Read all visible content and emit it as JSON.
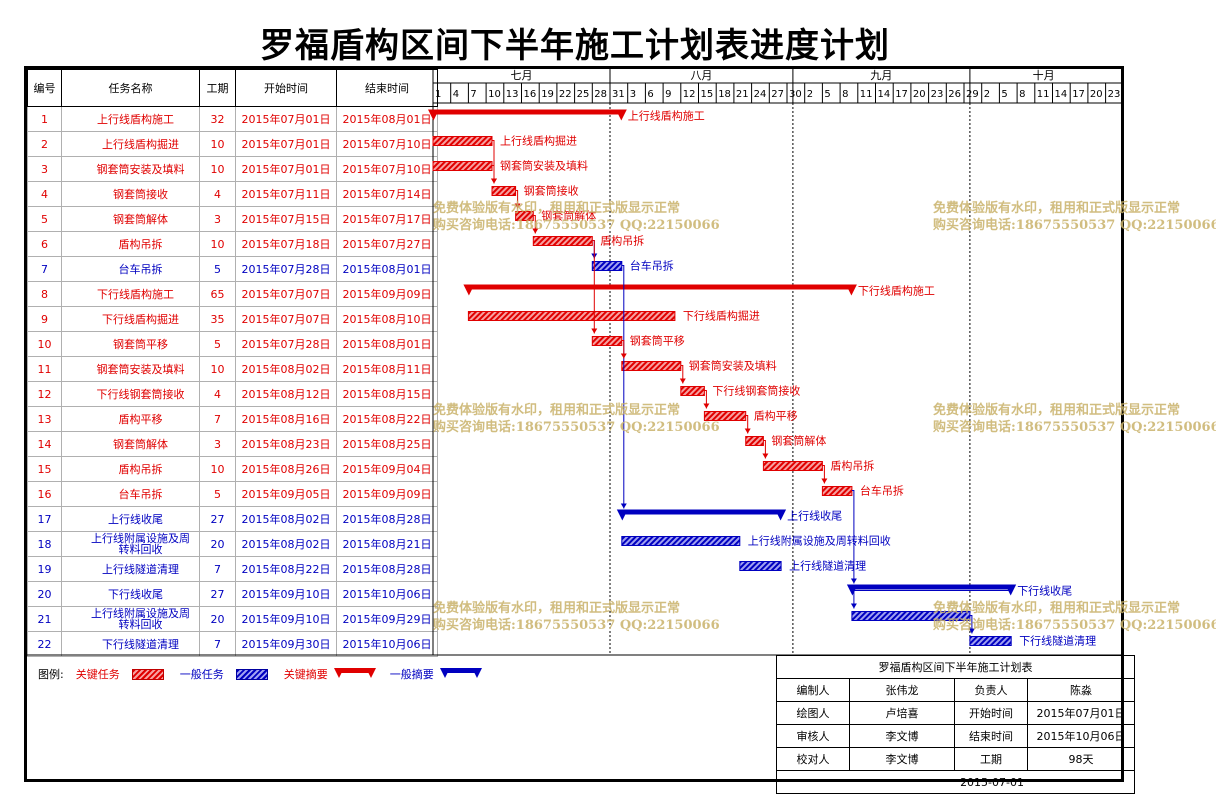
{
  "title": "罗福盾构区间下半年施工计划表进度计划",
  "headers": {
    "no": "编号",
    "name": "任务名称",
    "dur": "工期",
    "start": "开始时间",
    "end": "结束时间"
  },
  "months": [
    {
      "label": "七月",
      "start": "2015-07-01",
      "end": "2015-07-31"
    },
    {
      "label": "八月",
      "start": "2015-07-31",
      "end": "2015-08-31"
    },
    {
      "label": "九月",
      "start": "2015-08-31",
      "end": "2015-09-30"
    },
    {
      "label": "十月",
      "start": "2015-09-30",
      "end": "2015-10-25"
    }
  ],
  "day_ticks": [
    "1",
    "4",
    "7",
    "10",
    "13",
    "16",
    "19",
    "22",
    "25",
    "28",
    "31",
    "3",
    "6",
    "9",
    "12",
    "15",
    "18",
    "21",
    "24",
    "27",
    "30",
    "2",
    "5",
    "8",
    "11",
    "14",
    "17",
    "20",
    "23",
    "26",
    "29",
    "2",
    "5",
    "8",
    "11",
    "14",
    "17",
    "20",
    "23"
  ],
  "chart_data": {
    "type": "gantt",
    "time_axis": {
      "start": "2015-07-01",
      "end": "2015-10-26",
      "tick_step_days": 3
    },
    "tasks": [
      {
        "no": "1",
        "name": "上行线盾构施工",
        "dur": "32",
        "start": "2015年07月01日",
        "end": "2015年08月01日",
        "s": "2015-07-01",
        "e": "2015-08-01",
        "kind": "summary",
        "color": "red",
        "label": "上行线盾构施工"
      },
      {
        "no": "2",
        "name": "上行线盾构掘进",
        "dur": "10",
        "start": "2015年07月01日",
        "end": "2015年07月10日",
        "s": "2015-07-01",
        "e": "2015-07-10",
        "kind": "task",
        "color": "red",
        "label": "上行线盾构掘进"
      },
      {
        "no": "3",
        "name": "钢套筒安装及填料",
        "dur": "10",
        "start": "2015年07月01日",
        "end": "2015年07月10日",
        "s": "2015-07-01",
        "e": "2015-07-10",
        "kind": "task",
        "color": "red",
        "label": "钢套筒安装及填料"
      },
      {
        "no": "4",
        "name": "钢套筒接收",
        "dur": "4",
        "start": "2015年07月11日",
        "end": "2015年07月14日",
        "s": "2015-07-11",
        "e": "2015-07-14",
        "kind": "task",
        "color": "red",
        "label": "钢套筒接收"
      },
      {
        "no": "5",
        "name": "钢套筒解体",
        "dur": "3",
        "start": "2015年07月15日",
        "end": "2015年07月17日",
        "s": "2015-07-15",
        "e": "2015-07-17",
        "kind": "task",
        "color": "red",
        "label": "钢套筒解体"
      },
      {
        "no": "6",
        "name": "盾构吊拆",
        "dur": "10",
        "start": "2015年07月18日",
        "end": "2015年07月27日",
        "s": "2015-07-18",
        "e": "2015-07-27",
        "kind": "task",
        "color": "red",
        "label": "盾构吊拆"
      },
      {
        "no": "7",
        "name": "台车吊拆",
        "dur": "5",
        "start": "2015年07月28日",
        "end": "2015年08月01日",
        "s": "2015-07-28",
        "e": "2015-08-01",
        "kind": "task",
        "color": "blue",
        "label": "台车吊拆"
      },
      {
        "no": "8",
        "name": "下行线盾构施工",
        "dur": "65",
        "start": "2015年07月07日",
        "end": "2015年09月09日",
        "s": "2015-07-07",
        "e": "2015-09-09",
        "kind": "summary",
        "color": "red",
        "label": "下行线盾构施工"
      },
      {
        "no": "9",
        "name": "下行线盾构掘进",
        "dur": "35",
        "start": "2015年07月07日",
        "end": "2015年08月10日",
        "s": "2015-07-07",
        "e": "2015-08-10",
        "kind": "task",
        "color": "red",
        "label": "下行线盾构掘进"
      },
      {
        "no": "10",
        "name": "钢套筒平移",
        "dur": "5",
        "start": "2015年07月28日",
        "end": "2015年08月01日",
        "s": "2015-07-28",
        "e": "2015-08-01",
        "kind": "task",
        "color": "red",
        "label": "钢套筒平移"
      },
      {
        "no": "11",
        "name": "钢套筒安装及填料",
        "dur": "10",
        "start": "2015年08月02日",
        "end": "2015年08月11日",
        "s": "2015-08-02",
        "e": "2015-08-11",
        "kind": "task",
        "color": "red",
        "label": "钢套筒安装及填料"
      },
      {
        "no": "12",
        "name": "下行线钢套筒接收",
        "dur": "4",
        "start": "2015年08月12日",
        "end": "2015年08月15日",
        "s": "2015-08-12",
        "e": "2015-08-15",
        "kind": "task",
        "color": "red",
        "label": "下行线钢套筒接收"
      },
      {
        "no": "13",
        "name": "盾构平移",
        "dur": "7",
        "start": "2015年08月16日",
        "end": "2015年08月22日",
        "s": "2015-08-16",
        "e": "2015-08-22",
        "kind": "task",
        "color": "red",
        "label": "盾构平移"
      },
      {
        "no": "14",
        "name": "钢套筒解体",
        "dur": "3",
        "start": "2015年08月23日",
        "end": "2015年08月25日",
        "s": "2015-08-23",
        "e": "2015-08-25",
        "kind": "task",
        "color": "red",
        "label": "钢套筒解体"
      },
      {
        "no": "15",
        "name": "盾构吊拆",
        "dur": "10",
        "start": "2015年08月26日",
        "end": "2015年09月04日",
        "s": "2015-08-26",
        "e": "2015-09-04",
        "kind": "task",
        "color": "red",
        "label": "盾构吊拆"
      },
      {
        "no": "16",
        "name": "台车吊拆",
        "dur": "5",
        "start": "2015年09月05日",
        "end": "2015年09月09日",
        "s": "2015-09-05",
        "e": "2015-09-09",
        "kind": "task",
        "color": "red",
        "label": "台车吊拆"
      },
      {
        "no": "17",
        "name": "上行线收尾",
        "dur": "27",
        "start": "2015年08月02日",
        "end": "2015年08月28日",
        "s": "2015-08-02",
        "e": "2015-08-28",
        "kind": "summary",
        "color": "blue",
        "label": "上行线收尾"
      },
      {
        "no": "18",
        "name": "上行线附属设施及周转料回收",
        "dur": "20",
        "start": "2015年08月02日",
        "end": "2015年08月21日",
        "s": "2015-08-02",
        "e": "2015-08-21",
        "kind": "task",
        "color": "blue",
        "label": "上行线附属设施及周转料回收"
      },
      {
        "no": "19",
        "name": "上行线隧道清理",
        "dur": "7",
        "start": "2015年08月22日",
        "end": "2015年08月28日",
        "s": "2015-08-22",
        "e": "2015-08-28",
        "kind": "task",
        "color": "blue",
        "label": "上行线隧道清理"
      },
      {
        "no": "20",
        "name": "下行线收尾",
        "dur": "27",
        "start": "2015年09月10日",
        "end": "2015年10月06日",
        "s": "2015-09-10",
        "e": "2015-10-06",
        "kind": "summary",
        "color": "blue",
        "label": "下行线收尾"
      },
      {
        "no": "21",
        "name": "上行线附属设施及周转料回收",
        "dur": "20",
        "start": "2015年09月10日",
        "end": "2015年09月29日",
        "s": "2015-09-10",
        "e": "2015-09-29",
        "kind": "task",
        "color": "blue",
        "label": ""
      },
      {
        "no": "22",
        "name": "下行线隧道清理",
        "dur": "7",
        "start": "2015年09月30日",
        "end": "2015年10月06日",
        "s": "2015-09-30",
        "e": "2015-10-06",
        "kind": "task",
        "color": "blue",
        "label": "下行线隧道清理"
      }
    ],
    "links": [
      [
        2,
        4
      ],
      [
        3,
        4
      ],
      [
        4,
        5
      ],
      [
        5,
        6
      ],
      [
        6,
        7
      ],
      [
        7,
        17
      ],
      [
        6,
        10
      ],
      [
        10,
        11
      ],
      [
        11,
        12
      ],
      [
        12,
        13
      ],
      [
        13,
        14
      ],
      [
        14,
        15
      ],
      [
        15,
        16
      ],
      [
        16,
        20
      ],
      [
        20,
        21
      ],
      [
        21,
        22
      ]
    ],
    "series_legend": [
      "关键任务",
      "一般任务",
      "关键摘要",
      "一般摘要"
    ]
  },
  "legend": {
    "title": "图例:",
    "critical_task": "关键任务",
    "normal_task": "一般任务",
    "critical_summary": "关键摘要",
    "normal_summary": "一般摘要"
  },
  "info": {
    "title": "罗福盾构区间下半年施工计划表",
    "rows": [
      [
        "编制人",
        "张伟龙",
        "负责人",
        "陈淼"
      ],
      [
        "绘图人",
        "卢培喜",
        "开始时间",
        "2015年07月01日"
      ],
      [
        "审核人",
        "李文博",
        "结束时间",
        "2015年10月06日"
      ],
      [
        "校对人",
        "李文博",
        "工期",
        "98天"
      ]
    ],
    "date": "2015-07-01"
  },
  "watermark": {
    "line1": "免费体验版有水印，租用和正式版显示正常",
    "line2": "购买咨询电话:18675550537 QQ:22150066"
  },
  "colors": {
    "critical": "#e00000",
    "normal": "#0000c0",
    "critical_light": "#f7a0a0",
    "normal_light": "#a0a0f0"
  }
}
